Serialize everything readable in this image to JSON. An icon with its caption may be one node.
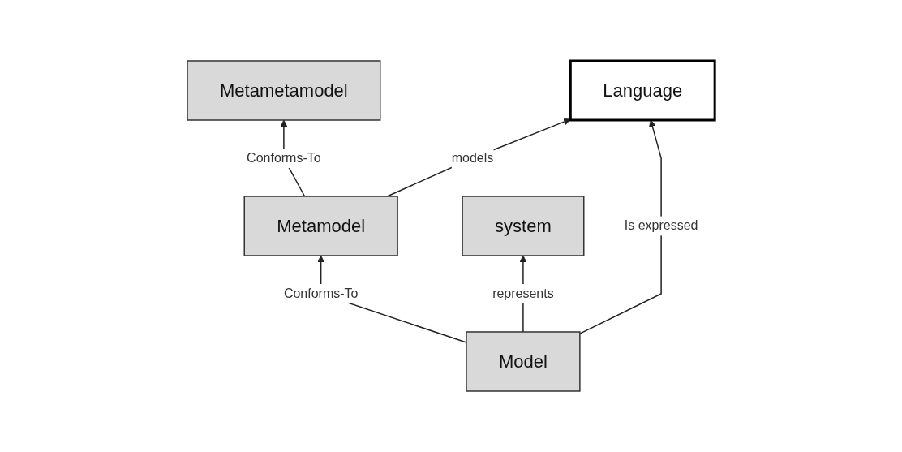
{
  "diagram": {
    "nodes": [
      {
        "text": [
          "Metametamodel"
        ]
      },
      {
        "text": [
          "Metamodel"
        ]
      },
      {
        "text": [
          "Language"
        ]
      },
      {
        "text": [
          "Model"
        ]
      },
      {
        "text": [
          "system"
        ]
      }
    ],
    "edges": [
      {
        "from": 1,
        "to": 0,
        "arrow": "to",
        "label": "Conforms-To"
      },
      {
        "from": 1,
        "to": 2,
        "arrow": "to",
        "label": "models"
      },
      {
        "from": 3,
        "to": 1,
        "arrow": "to",
        "label": "Conforms-To"
      },
      {
        "from": 3,
        "to": 2,
        "arrow": "to",
        "label": "Is expressed"
      },
      {
        "from": 3,
        "to": 4,
        "arrow": "to",
        "label": "represents"
      }
    ]
  }
}
